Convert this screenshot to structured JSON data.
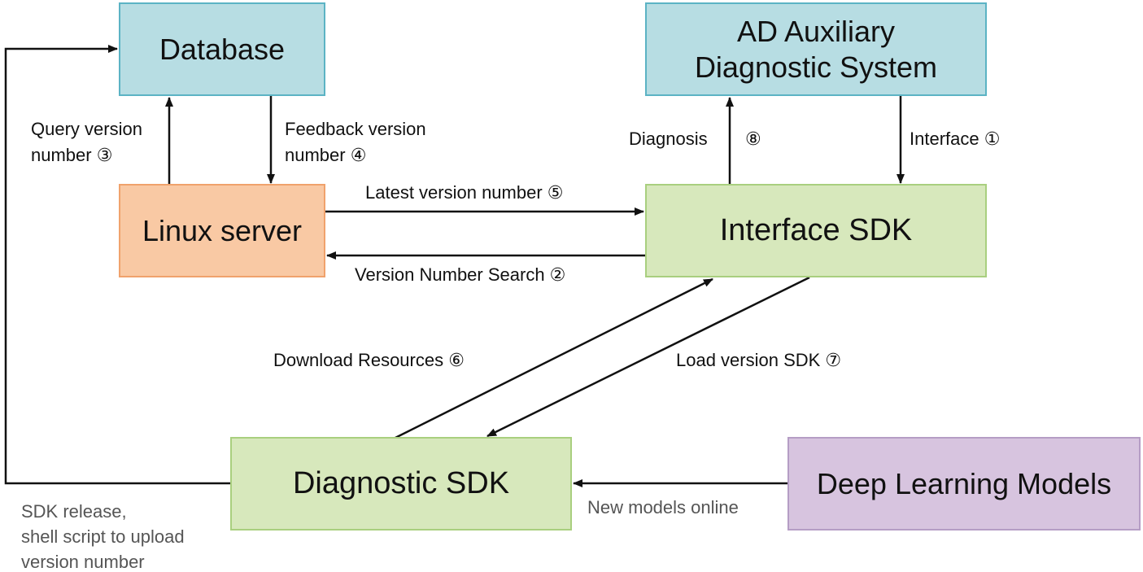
{
  "nodes": {
    "database": "Database",
    "ad_system": {
      "line1": "AD Auxiliary",
      "line2": "Diagnostic System"
    },
    "linux_server": "Linux server",
    "interface_sdk": "Interface SDK",
    "diagnostic_sdk": "Diagnostic SDK",
    "deep_learning_models": "Deep Learning Models"
  },
  "edges": {
    "query_version": {
      "line1": "Query version",
      "line2": "number ③"
    },
    "feedback_version": {
      "line1": "Feedback version",
      "line2": "number ④"
    },
    "diagnosis": "Diagnosis",
    "diagnosis_step": "⑧",
    "interface": "Interface ①",
    "latest_version": "Latest version number ⑤",
    "version_search": "Version Number Search ②",
    "download_resources": "Download Resources ⑥",
    "load_version_sdk": "Load version SDK ⑦",
    "new_models": "New models online",
    "sdk_release": {
      "line1": "SDK release,",
      "line2": "shell script to upload",
      "line3": "version number"
    }
  },
  "colors": {
    "database_fill": "#b7dde3",
    "linux_fill": "#f9c9a4",
    "sdk_fill": "#d7e8bc",
    "models_fill": "#d7c4df"
  }
}
